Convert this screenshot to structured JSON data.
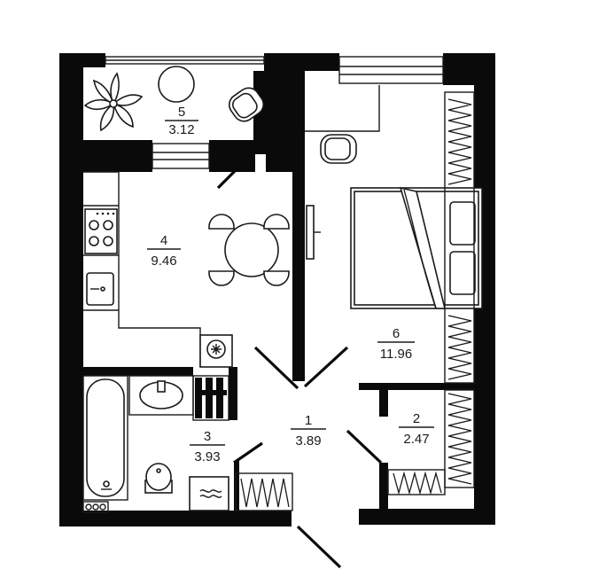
{
  "rooms": [
    {
      "number": "1",
      "area": "3.89"
    },
    {
      "number": "2",
      "area": "2.47"
    },
    {
      "number": "3",
      "area": "3.93"
    },
    {
      "number": "4",
      "area": "9.46"
    },
    {
      "number": "5",
      "area": "3.12"
    },
    {
      "number": "6",
      "area": "11.96"
    }
  ],
  "colors": {
    "wall": "#0a0a0a",
    "background": "#ffffff",
    "line": "#1a1a1a"
  },
  "icons": [
    "plant-icon",
    "round-table-icon",
    "chair-icon",
    "stove-icon",
    "sink-icon",
    "bathtub-icon",
    "toilet-icon",
    "washing-machine-icon",
    "bed-icon",
    "wardrobe-icon",
    "tv-icon",
    "boiler-icon"
  ]
}
